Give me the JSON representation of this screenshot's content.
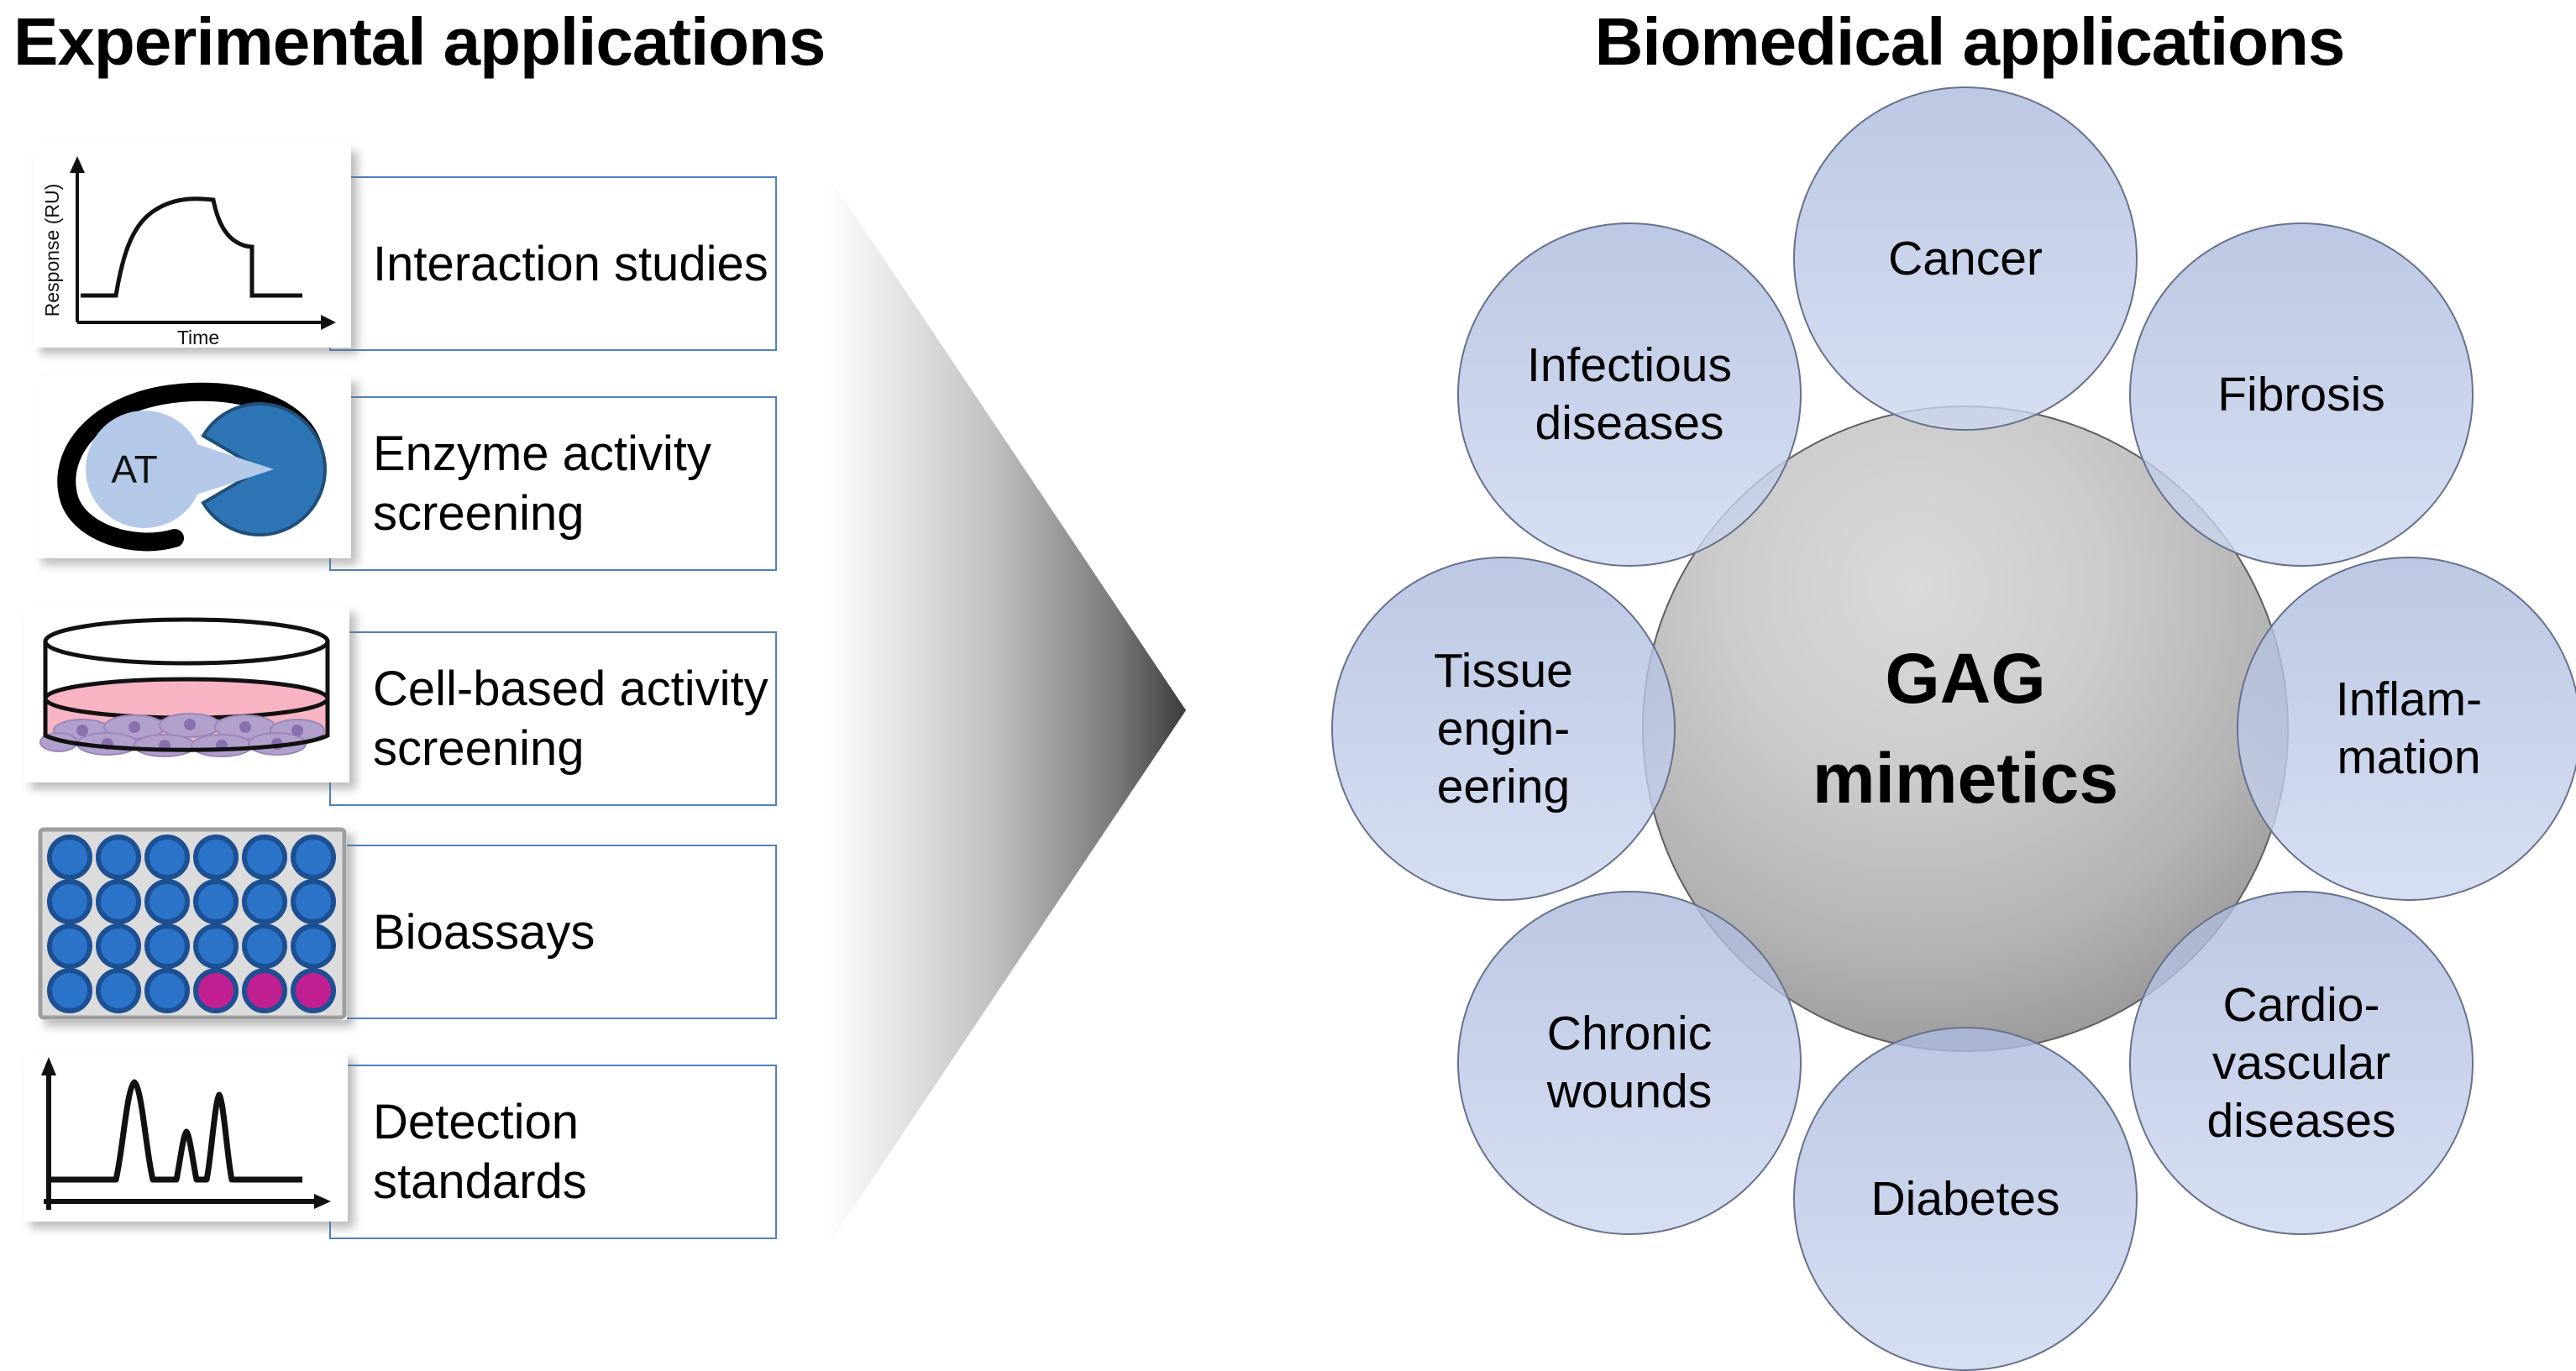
{
  "left": {
    "title": "Experimental applications",
    "items": [
      {
        "name": "interaction-studies",
        "label": "Interaction studies",
        "icon": "spr-sensorgram-icon"
      },
      {
        "name": "enzyme-activity-screening",
        "label": "Enzyme activity\nscreening",
        "icon": "enzyme-inhibition-icon"
      },
      {
        "name": "cell-based-activity-screening",
        "label": "Cell-based activity\nscreening",
        "icon": "cell-culture-dish-icon"
      },
      {
        "name": "bioassays",
        "label": "Bioassays",
        "icon": "microplate-icon"
      },
      {
        "name": "detection-standards",
        "label": "Detection\nstandards",
        "icon": "chromatogram-icon"
      }
    ],
    "icons": {
      "sensorgram": {
        "y_axis": "Response (RU)",
        "x_axis": "Time"
      },
      "enzyme": {
        "protein_label": "AT"
      }
    }
  },
  "right": {
    "title": "Biomedical applications",
    "center_label": "GAG\nmimetics",
    "satellites": [
      {
        "name": "cancer",
        "label": "Cancer"
      },
      {
        "name": "fibrosis",
        "label": "Fibrosis"
      },
      {
        "name": "inflammation",
        "label": "Inflam-\nmation"
      },
      {
        "name": "cardiovascular-diseases",
        "label": "Cardio-\nvascular\ndiseases"
      },
      {
        "name": "diabetes",
        "label": "Diabetes"
      },
      {
        "name": "chronic-wounds",
        "label": "Chronic\nwounds"
      },
      {
        "name": "tissue-engineering",
        "label": "Tissue\nengin-\neering"
      },
      {
        "name": "infectious-diseases",
        "label": "Infectious\ndiseases"
      }
    ]
  },
  "colors": {
    "box_border": "#4f81bd",
    "satellite_fill": "#c9d5ee",
    "satellite_border": "#66728c",
    "center_gray": "#b3b3b3",
    "well_blue": "#2b74c9",
    "well_magenta": "#c21f92",
    "enzyme_light_blue": "#b4c9e8",
    "enzyme_dark_blue": "#2e75b6",
    "medium_pink": "#f9b4c3",
    "cell_purple": "#b2a0cc"
  }
}
